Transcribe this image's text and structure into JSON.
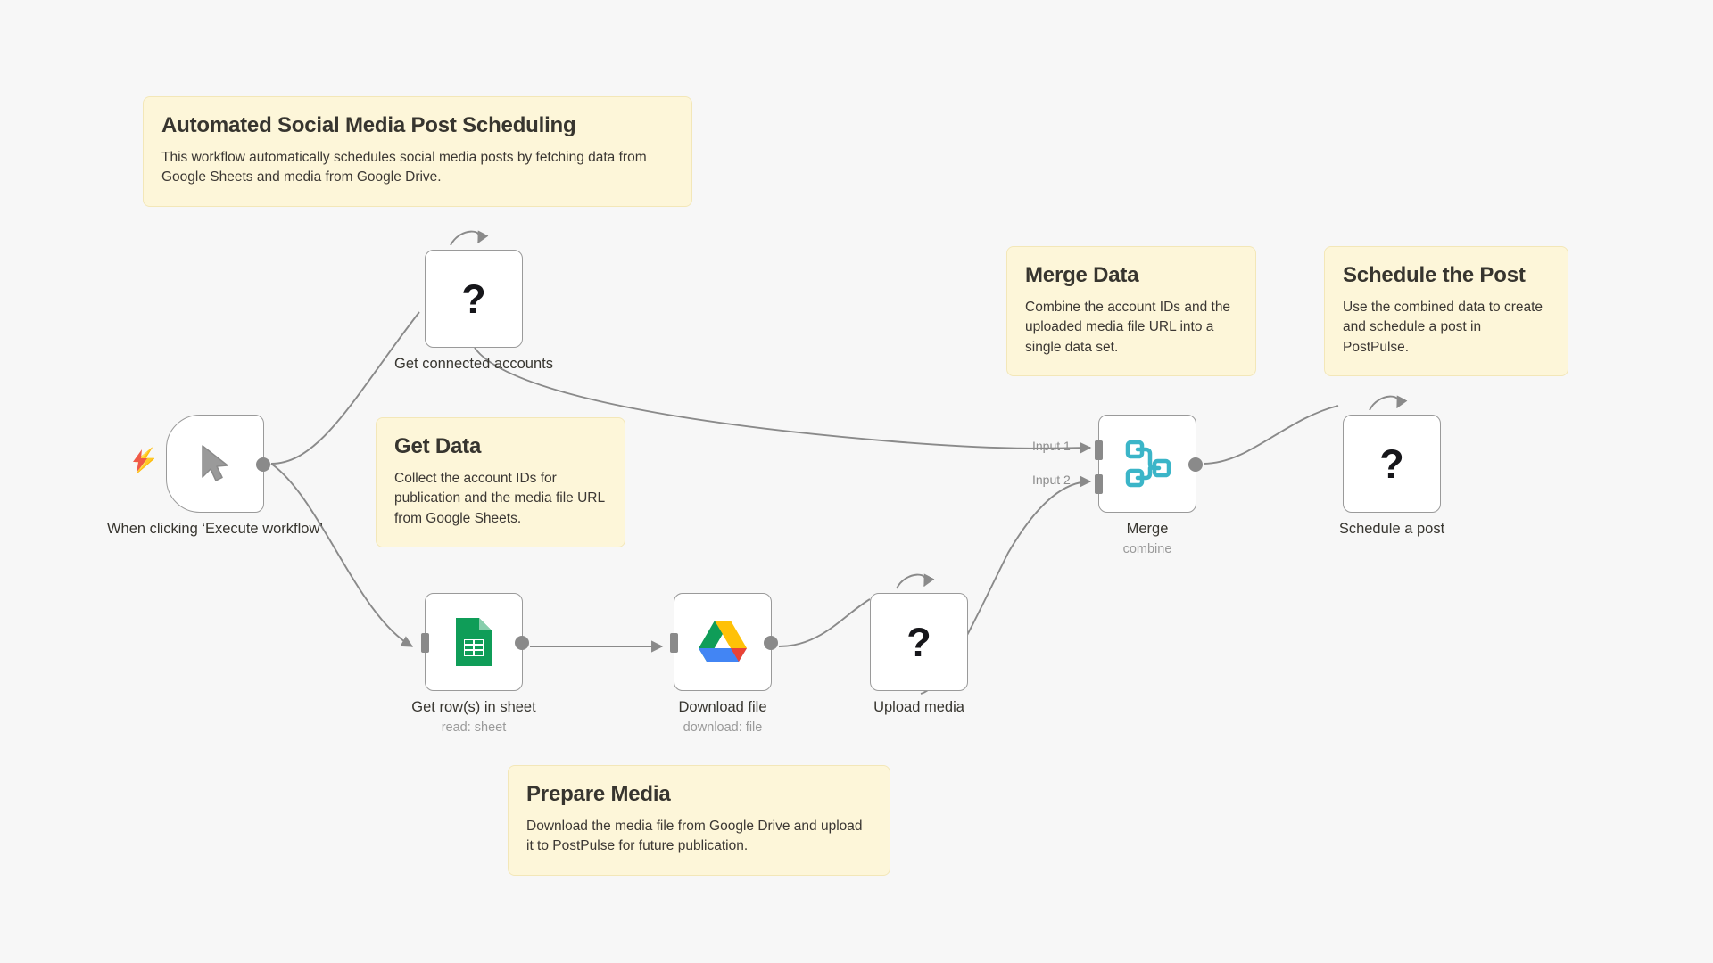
{
  "canvas": {
    "background_color": "#f7f7f7",
    "sticky_color": "#fdf6d9",
    "accent_trigger_color": "#f05a47",
    "merge_icon_color": "#3bb5c8"
  },
  "notes": {
    "main": {
      "title": "Automated Social Media Post Scheduling",
      "body": "This workflow automatically schedules social media posts by fetching data from Google Sheets and media from Google Drive."
    },
    "get_data": {
      "title": "Get Data",
      "body": "Collect the account IDs for publication and the media file URL from Google Sheets."
    },
    "merge_data": {
      "title": "Merge Data",
      "body": "Combine the account IDs and the uploaded media file URL into a single data set."
    },
    "schedule_post": {
      "title": "Schedule the Post",
      "body": "Use the combined data to create and schedule a post in PostPulse."
    },
    "prepare_media": {
      "title": "Prepare Media",
      "body": "Download the media file from Google Drive and upload it to PostPulse for future publication."
    }
  },
  "nodes": {
    "trigger": {
      "label": "When clicking ‘Execute workflow’",
      "icon": "cursor-pointer-icon",
      "badge": "lightning-bolt-icon"
    },
    "get_connected_accounts": {
      "label": "Get connected accounts",
      "icon": "question-mark-icon",
      "glyph": "?"
    },
    "get_rows_in_sheet": {
      "label": "Get row(s) in sheet",
      "sublabel": "read: sheet",
      "icon": "google-sheets-icon"
    },
    "download_file": {
      "label": "Download file",
      "sublabel": "download: file",
      "icon": "google-drive-icon"
    },
    "upload_media": {
      "label": "Upload media",
      "icon": "question-mark-icon",
      "glyph": "?"
    },
    "merge": {
      "label": "Merge",
      "sublabel": "combine",
      "icon": "merge-nodes-icon",
      "input_1_label": "Input 1",
      "input_2_label": "Input 2"
    },
    "schedule_a_post": {
      "label": "Schedule a post",
      "icon": "question-mark-icon",
      "glyph": "?"
    }
  }
}
